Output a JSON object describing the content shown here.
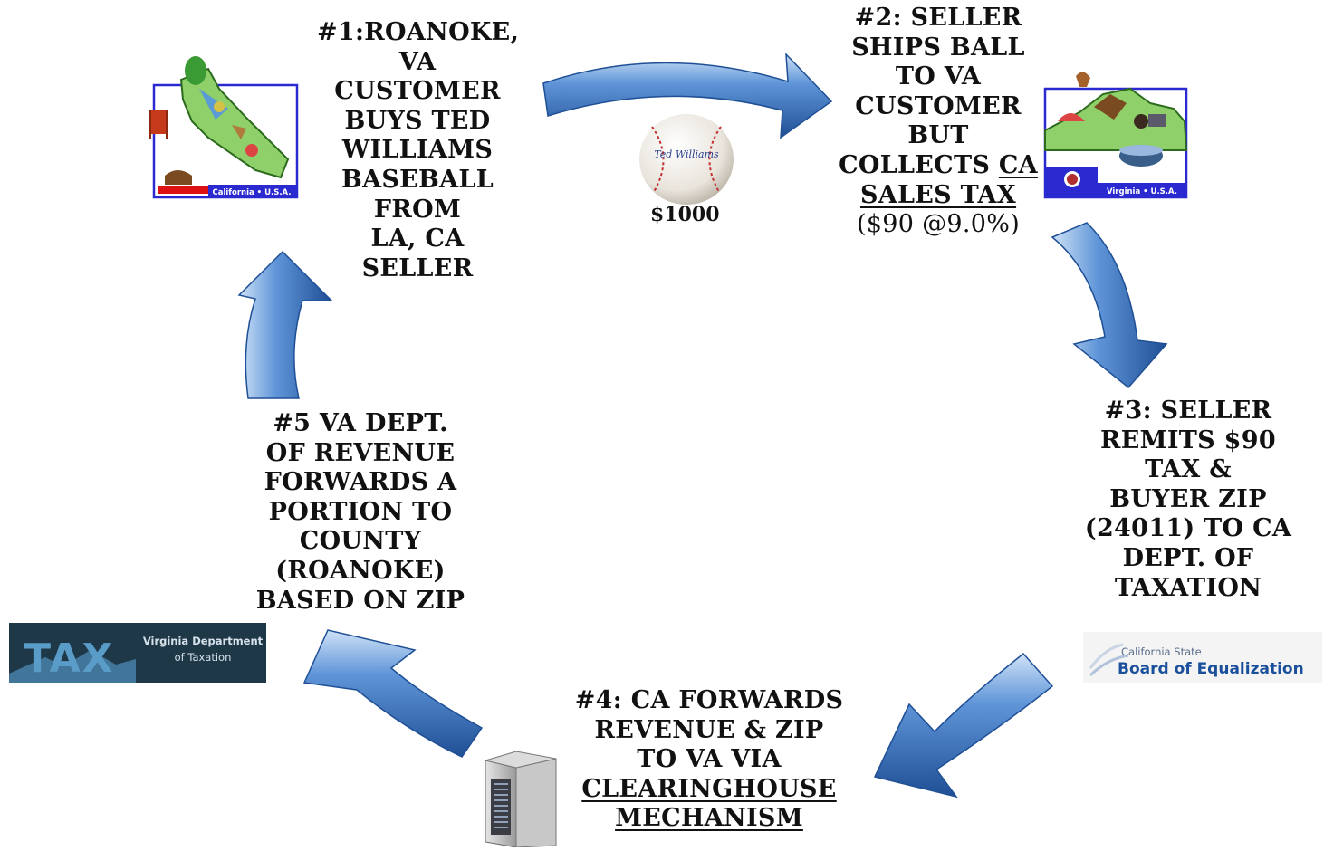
{
  "steps": {
    "step1": [
      "#1:ROANOKE,",
      "VA",
      "CUSTOMER",
      "BUYS TED",
      "WILLIAMS",
      "BASEBALL",
      "FROM",
      "LA, CA",
      "SELLER"
    ],
    "step2": {
      "lines": [
        "#2: SELLER",
        "SHIPS BALL",
        "TO VA",
        "CUSTOMER",
        "BUT"
      ],
      "collects_prefix": "COLLECTS ",
      "collects_underlined": "CA",
      "sales_tax": "SALES TAX",
      "rate": "($90 @9.0%)"
    },
    "step3": [
      "#3: SELLER",
      "REMITS $90",
      "TAX &",
      "BUYER ZIP",
      "(24011) TO CA",
      "DEPT. OF",
      "TAXATION"
    ],
    "step4": {
      "lines": [
        "#4: CA FORWARDS",
        "REVENUE & ZIP",
        "TO VA VIA"
      ],
      "underlined": [
        "CLEARINGHOUSE",
        "MECHANISM"
      ]
    },
    "step5": [
      "#5 VA DEPT.",
      "OF REVENUE",
      "FORWARDS A",
      "PORTION TO",
      "COUNTY",
      "(ROANOKE)",
      "BASED ON ZIP"
    ]
  },
  "price": "$1000",
  "logos": {
    "california_map_caption": "California • U.S.A.",
    "virginia_map_caption": "Virginia • U.S.A.",
    "va_tax_word": "TAX",
    "va_tax_line1": "Virginia Department",
    "va_tax_line2": "of Taxation",
    "boe_line1": "California State",
    "boe_line2": "Board of Equalization"
  },
  "baseball_signature": "Ted Williams",
  "colors": {
    "arrow_dark": "#1f4f95",
    "arrow_light": "#7fb0e8",
    "va_tax_bg": "#1e3848",
    "boe_text": "#1a4f9c"
  },
  "icons": [
    "california-map-icon",
    "virginia-map-icon",
    "baseball-icon",
    "server-icon",
    "va-tax-logo",
    "boe-logo"
  ]
}
